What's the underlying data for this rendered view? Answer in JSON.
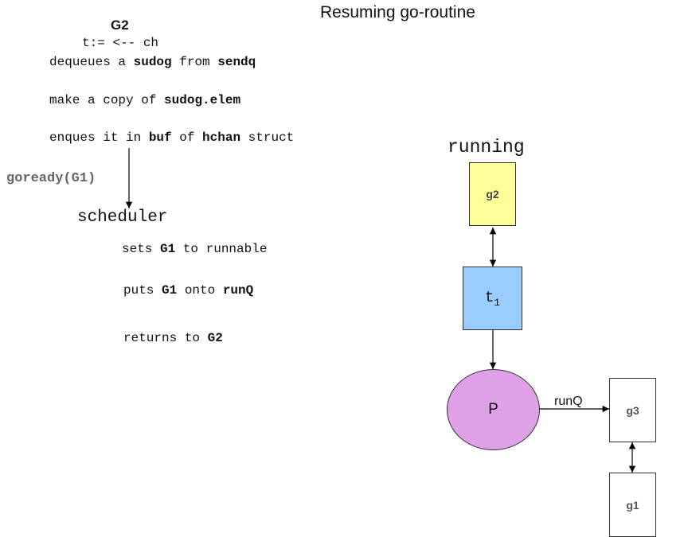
{
  "title": "Resuming go-routine",
  "header": {
    "goroutine": "G2",
    "statement": "t:= <-- ch"
  },
  "steps": [
    {
      "parts": [
        {
          "text": "dequeues a ",
          "bold": false
        },
        {
          "text": "sudog",
          "bold": true
        },
        {
          "text": " from ",
          "bold": false
        },
        {
          "text": "sendq",
          "bold": true
        }
      ]
    },
    {
      "parts": [
        {
          "text": "make a copy of ",
          "bold": false
        },
        {
          "text": "sudog.elem",
          "bold": true
        }
      ]
    },
    {
      "parts": [
        {
          "text": "enques it in ",
          "bold": false
        },
        {
          "text": "buf",
          "bold": true
        },
        {
          "text": " of ",
          "bold": false
        },
        {
          "text": "hchan",
          "bold": true
        },
        {
          "text": " struct",
          "bold": false
        }
      ]
    }
  ],
  "goready_label": "goready(G1)",
  "scheduler": {
    "label": "scheduler",
    "steps": [
      {
        "parts": [
          {
            "text": "sets ",
            "bold": false
          },
          {
            "text": "G1",
            "bold": true
          },
          {
            "text": " to runnable",
            "bold": false
          }
        ]
      },
      {
        "parts": [
          {
            "text": "puts ",
            "bold": false
          },
          {
            "text": "G1",
            "bold": true
          },
          {
            "text": " onto ",
            "bold": false
          },
          {
            "text": "runQ",
            "bold": true
          }
        ]
      },
      {
        "parts": [
          {
            "text": "returns to ",
            "bold": false
          },
          {
            "text": "G2",
            "bold": true
          }
        ]
      }
    ]
  },
  "diagram": {
    "running_label": "running",
    "g2_box": "g2",
    "thread_box": "t",
    "thread_subscript": "1",
    "processor": "P",
    "runq_label": "runQ",
    "queue": [
      "g3",
      "g1"
    ],
    "colors": {
      "g2_fill": "#ffff99",
      "thread_fill": "#99ccff",
      "processor_fill": "#e0a0e8",
      "queue_fill": "#ffffff"
    }
  }
}
